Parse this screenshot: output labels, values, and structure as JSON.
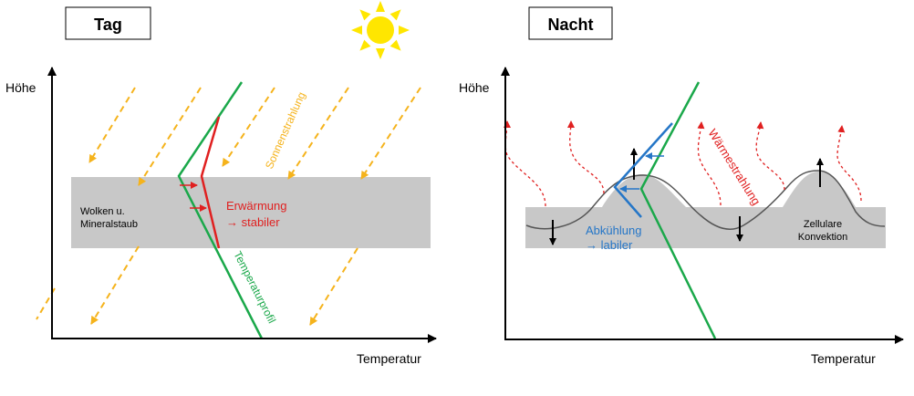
{
  "colors": {
    "sun_yellow": "#ffe600",
    "moon_yellow": "#f6d36a",
    "solar_arrow": "#f5b31c",
    "green_profile": "#1aa84a",
    "red_warming": "#e02020",
    "blue_cooling": "#2576c7",
    "layer_gray": "#c8c8c8",
    "axis_black": "#000000"
  },
  "day_panel": {
    "title": "Tag",
    "icon": "sun-icon",
    "y_axis_label": "Höhe",
    "x_axis_label": "Temperatur",
    "layer_label_line1": "Wolken u.",
    "layer_label_line2": "Mineralstaub",
    "warming_line1": "Erwärmung",
    "warming_line2": "→ stabiler",
    "radiation_label": "Sonnenstrahlung",
    "profile_label": "Temperaturprofil"
  },
  "night_panel": {
    "title": "Nacht",
    "icon": "moon-icon",
    "y_axis_label": "Höhe",
    "x_axis_label": "Temperatur",
    "cooling_line1": "Abkühlung",
    "cooling_line2": "→ labiler",
    "convection_line1": "Zellulare",
    "convection_line2": "Konvektion",
    "radiation_label": "Wärmestrahlung"
  }
}
